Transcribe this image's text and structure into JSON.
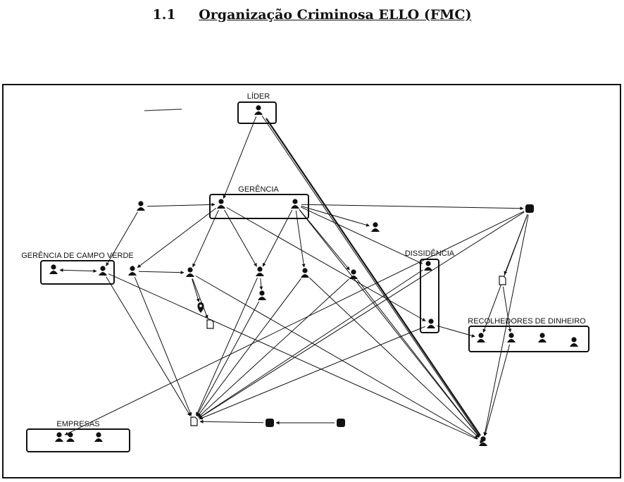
{
  "heading": {
    "number": "1.1",
    "title": "Organização Criminosa ELLO (FMC)"
  },
  "colors": {
    "ink": "#111111",
    "background": "#ffffff"
  },
  "groups": [
    {
      "id": "lider",
      "label": "LÍDER"
    },
    {
      "id": "gerencia",
      "label": "GERÊNCIA"
    },
    {
      "id": "campo_verde",
      "label": "GERÊNCIA DE CAMPO VERDE"
    },
    {
      "id": "dissidencia",
      "label": "DISSIDÊNCIA"
    },
    {
      "id": "recolhedores",
      "label": "RECOLHEDORES DE DINHEIRO"
    },
    {
      "id": "empresas",
      "label": "EMPRESAS"
    }
  ],
  "nodes": [
    {
      "id": "n1",
      "icon": "person-icon"
    },
    {
      "id": "n2",
      "icon": "person-icon"
    },
    {
      "id": "n3",
      "icon": "person-icon"
    },
    {
      "id": "n4",
      "icon": "person-icon"
    },
    {
      "id": "n5",
      "icon": "phone-icon"
    },
    {
      "id": "n6",
      "icon": "person-icon"
    },
    {
      "id": "n7",
      "icon": "person-icon"
    },
    {
      "id": "n8",
      "icon": "person-icon"
    },
    {
      "id": "n9",
      "icon": "person-icon"
    },
    {
      "id": "n10",
      "icon": "person-icon"
    },
    {
      "id": "n11",
      "icon": "location-pin-icon"
    },
    {
      "id": "n12",
      "icon": "document-icon"
    },
    {
      "id": "n13",
      "icon": "person-icon"
    },
    {
      "id": "n14",
      "icon": "person-icon"
    },
    {
      "id": "n15",
      "icon": "person-icon"
    },
    {
      "id": "n16",
      "icon": "person-icon"
    },
    {
      "id": "n17",
      "icon": "person-icon"
    },
    {
      "id": "n18",
      "icon": "person-icon"
    },
    {
      "id": "n19",
      "icon": "document-icon"
    },
    {
      "id": "n20",
      "icon": "person-icon"
    },
    {
      "id": "n21",
      "icon": "person-icon"
    },
    {
      "id": "n22",
      "icon": "person-icon"
    },
    {
      "id": "n23",
      "icon": "person-icon"
    },
    {
      "id": "n24",
      "icon": "person-icon"
    },
    {
      "id": "n25",
      "icon": "person-icon"
    },
    {
      "id": "n26",
      "icon": "document-icon"
    },
    {
      "id": "n27",
      "icon": "phone-icon"
    },
    {
      "id": "n28",
      "icon": "phone-icon"
    },
    {
      "id": "n29",
      "icon": "person-icon"
    },
    {
      "id": "n30",
      "icon": "person-icon"
    },
    {
      "id": "n31",
      "icon": "person-icon"
    }
  ],
  "edges": [
    {
      "id": "e1",
      "from": "n1",
      "to": "n2",
      "arrow": "end"
    },
    {
      "id": "e2",
      "from": "n1",
      "to": "n31",
      "arrow": "end"
    },
    {
      "id": "e3",
      "from": "n4",
      "to": "n2",
      "arrow": "end"
    },
    {
      "id": "e4",
      "from": "n4",
      "to": "n6",
      "arrow": "end"
    },
    {
      "id": "e5",
      "from": "n3",
      "to": "n5",
      "arrow": "end"
    },
    {
      "id": "e6",
      "from": "n3",
      "to": "n8",
      "arrow": "end"
    },
    {
      "id": "e7",
      "from": "n2",
      "to": "n9",
      "arrow": "end"
    },
    {
      "id": "e8",
      "from": "n2",
      "to": "n10",
      "arrow": "end"
    },
    {
      "id": "e9",
      "from": "n2",
      "to": "n13",
      "arrow": "end"
    },
    {
      "id": "e10",
      "from": "n3",
      "to": "n13",
      "arrow": "end"
    },
    {
      "id": "e11",
      "from": "n3",
      "to": "n15",
      "arrow": "end"
    },
    {
      "id": "e12",
      "from": "n3",
      "to": "n16",
      "arrow": "end"
    },
    {
      "id": "e13",
      "from": "n3",
      "to": "n17",
      "arrow": "end"
    },
    {
      "id": "e14",
      "from": "n2",
      "to": "n18",
      "arrow": "end"
    },
    {
      "id": "e15",
      "from": "n3",
      "to": "n31",
      "arrow": "end"
    },
    {
      "id": "e16",
      "from": "n9",
      "to": "n10",
      "arrow": "end"
    },
    {
      "id": "e17",
      "from": "n7",
      "to": "n6",
      "arrow": "both"
    },
    {
      "id": "e18",
      "from": "n6",
      "to": "n29",
      "arrow": "none"
    },
    {
      "id": "e19",
      "from": "n6",
      "to": "n26",
      "arrow": "end"
    },
    {
      "id": "e20",
      "from": "n10",
      "to": "n11",
      "arrow": "end"
    },
    {
      "id": "e21",
      "from": "n10",
      "to": "n12",
      "arrow": "end"
    },
    {
      "id": "e22",
      "from": "n10",
      "to": "n31",
      "arrow": "end"
    },
    {
      "id": "e23",
      "from": "n13",
      "to": "n14",
      "arrow": "end"
    },
    {
      "id": "e24",
      "from": "n9",
      "to": "n26",
      "arrow": "end"
    },
    {
      "id": "e25",
      "from": "n13",
      "to": "n26",
      "arrow": "end"
    },
    {
      "id": "e26",
      "from": "n14",
      "to": "n26",
      "arrow": "end"
    },
    {
      "id": "e27",
      "from": "n15",
      "to": "n26",
      "arrow": "end"
    },
    {
      "id": "e28",
      "from": "n16",
      "to": "n26",
      "arrow": "end"
    },
    {
      "id": "e29",
      "from": "n17",
      "to": "n26",
      "arrow": "end"
    },
    {
      "id": "e30",
      "from": "n18",
      "to": "n26",
      "arrow": "end"
    },
    {
      "id": "e31",
      "from": "n15",
      "to": "n31",
      "arrow": "end"
    },
    {
      "id": "e32",
      "from": "n16",
      "to": "n31",
      "arrow": "end"
    },
    {
      "id": "e33",
      "from": "n18",
      "to": "n20",
      "arrow": "end"
    },
    {
      "id": "e34",
      "from": "n5",
      "to": "n20",
      "arrow": "end"
    },
    {
      "id": "e35",
      "from": "n5",
      "to": "n19",
      "arrow": "end"
    },
    {
      "id": "e36",
      "from": "n5",
      "to": "n31",
      "arrow": "end"
    },
    {
      "id": "e37",
      "from": "n19",
      "to": "n21",
      "arrow": "end"
    },
    {
      "id": "e38",
      "from": "n5",
      "to": "n24",
      "arrow": "end"
    },
    {
      "id": "e39",
      "from": "n5",
      "to": "n26",
      "arrow": "end"
    },
    {
      "id": "e40",
      "from": "n28",
      "to": "n27",
      "arrow": "end"
    },
    {
      "id": "e41",
      "from": "n27",
      "to": "n26",
      "arrow": "end"
    },
    {
      "id": "e42",
      "from": "n29",
      "to": "n31",
      "arrow": "end"
    },
    {
      "id": "e43",
      "from": "n21",
      "to": "n31",
      "arrow": "end"
    }
  ]
}
